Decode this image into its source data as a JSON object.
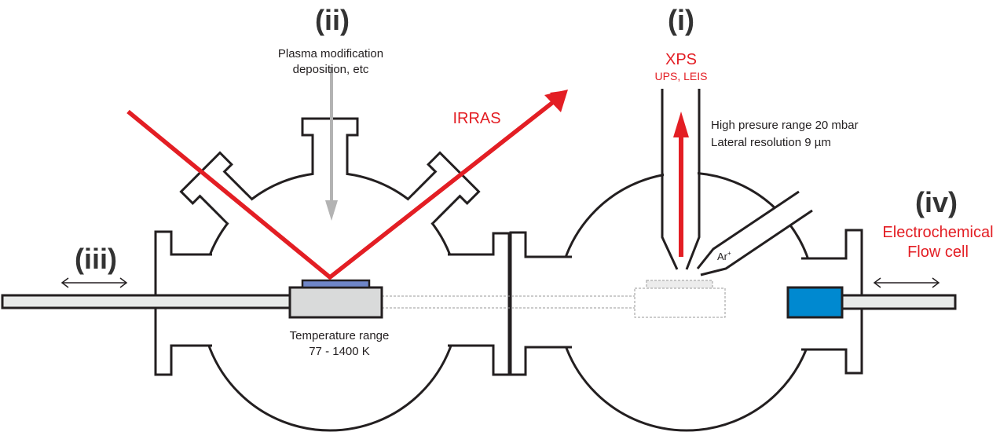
{
  "labels": {
    "ii": "(ii)",
    "plasma_line1": "Plasma modification",
    "plasma_line2": "deposition, etc",
    "i": "(i)",
    "xps": "XPS",
    "ups_leis": "UPS, LEIS",
    "irras": "IRRAS",
    "hp_line1": "High presure range 20 mbar",
    "hp_line2": "Lateral resolution 9 µm",
    "iii": "(iii)",
    "iv": "(iv)",
    "ec_line1": "Electrochemical",
    "ec_line2": "Flow cell",
    "temp_line1": "Temperature range",
    "temp_line2": "77 - 1400 K",
    "ar": "Ar",
    "ar_sup": "+"
  },
  "colors": {
    "red": "#e31e24",
    "stroke": "#231f20",
    "gray_arrow": "#b3b3b3",
    "sample_plate": "#6f86c8",
    "holder": "#d9dada",
    "rod": "#e8eae9",
    "flow_cell": "#0089d0"
  }
}
